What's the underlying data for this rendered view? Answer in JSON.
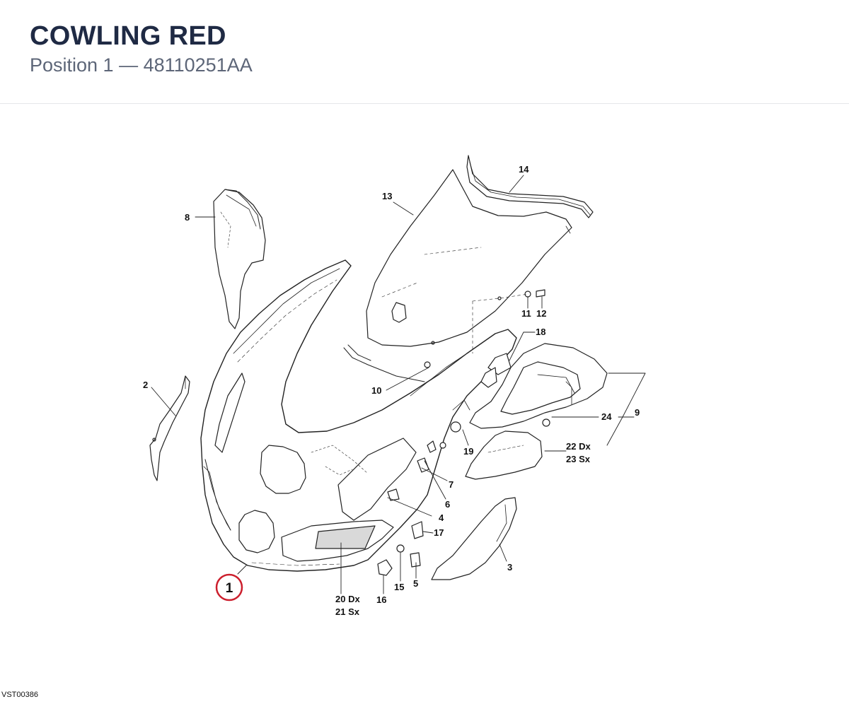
{
  "header": {
    "title": "COWLING RED",
    "subtitle": "Position 1 — 48110251AA"
  },
  "diagram": {
    "highlight_color": "#cc1f2d",
    "highlighted_part": "1",
    "callouts": {
      "c1": "1",
      "c2": "2",
      "c3": "3",
      "c4": "4",
      "c5": "5",
      "c6": "6",
      "c7": "7",
      "c8": "8",
      "c9": "9",
      "c10": "10",
      "c11": "11",
      "c12": "12",
      "c13": "13",
      "c14": "14",
      "c15": "15",
      "c16": "16",
      "c17": "17",
      "c18": "18",
      "c19": "19",
      "c20": "20 Dx",
      "c21": "21 Sx",
      "c22": "22 Dx",
      "c23": "23 Sx",
      "c24": "24"
    }
  },
  "footer": {
    "code": "VST00386"
  }
}
